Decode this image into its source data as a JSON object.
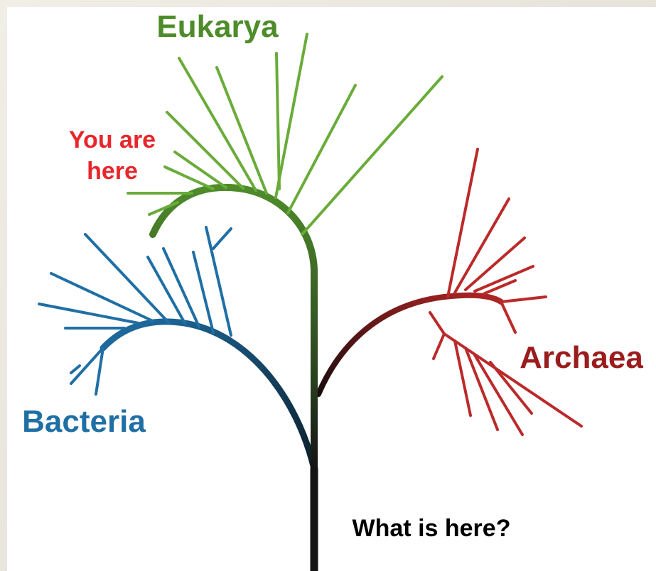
{
  "labels": {
    "eukarya": "Eukarya",
    "you_are_here_line1": "You are",
    "you_are_here_line2": "here",
    "bacteria": "Bacteria",
    "archaea": "Archaea",
    "question": "What is here?"
  },
  "colors": {
    "eukarya": "#4e8c2a",
    "eukarya_branch": "#6aab3a",
    "you_are_here": "#e8262b",
    "bacteria": "#1f6fa5",
    "bacteria_trunk": "#0d2a3d",
    "archaea": "#bb2a2a",
    "archaea_trunk": "#7a1212",
    "root": "#141414",
    "question": "#000000"
  }
}
